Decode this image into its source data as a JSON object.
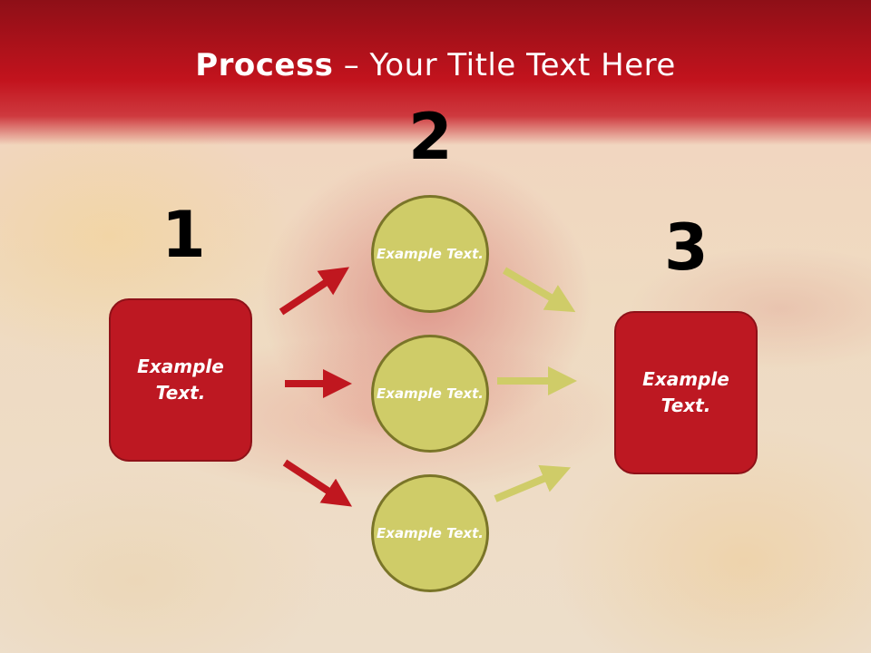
{
  "slide": {
    "title_bold": "Process",
    "title_rest": " – Your Title Text Here"
  },
  "steps": {
    "one": "1",
    "two": "2",
    "three": "3"
  },
  "left_box": {
    "text": "Example Text."
  },
  "circles": [
    {
      "text": "Example Text."
    },
    {
      "text": "Example Text."
    },
    {
      "text": "Example Text."
    }
  ],
  "right_box": {
    "text": "Example Text."
  },
  "colors": {
    "title_bar": "#c2131d",
    "box_fill": "#bd1822",
    "circle_fill": "#cfcc68",
    "circle_border": "#7a7528",
    "red_arrow": "#c0171f",
    "olive_arrow": "#cfcc68"
  }
}
